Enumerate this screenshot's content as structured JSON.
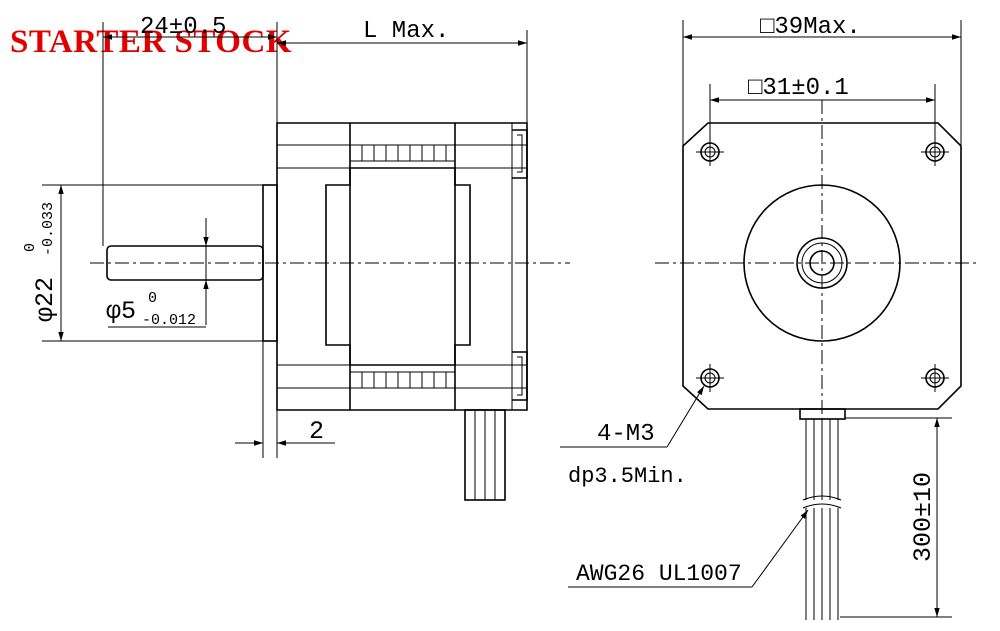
{
  "brand": {
    "text": "STARTER STOCK",
    "color": "#e00000"
  },
  "side_view": {
    "shaft_length": "24±0.5",
    "body_length": "L Max.",
    "flange_diameter_main": "φ22",
    "flange_diameter_tol_upper": "0",
    "flange_diameter_tol_lower": "-0.033",
    "shaft_diameter_main": "φ5",
    "shaft_diameter_tol_upper": "0",
    "shaft_diameter_tol_lower": "-0.012",
    "flange_thickness": "2"
  },
  "front_view": {
    "outer_size": "□39Max.",
    "hole_pitch": "□31±0.1",
    "mount_holes": "4-M3",
    "hole_depth": "dp3.5Min.",
    "wire_spec": "AWG26 UL1007",
    "lead_length": "300±10"
  }
}
